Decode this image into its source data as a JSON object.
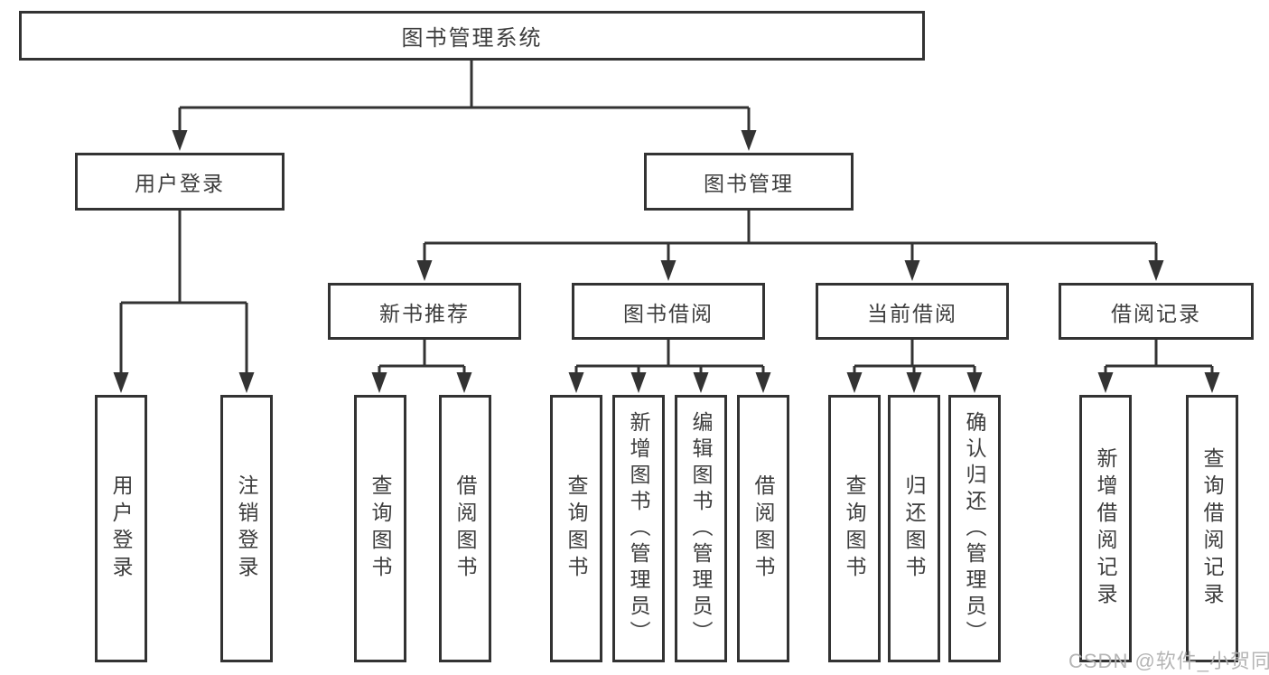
{
  "tree": {
    "root": {
      "label": "图书管理系统"
    },
    "branches": [
      {
        "label": "用户登录",
        "children": [
          {
            "label": "用户登录"
          },
          {
            "label": "注销登录"
          }
        ]
      },
      {
        "label": "图书管理",
        "children": [
          {
            "label": "新书推荐",
            "children": [
              {
                "label": "查询图书"
              },
              {
                "label": "借阅图书"
              }
            ]
          },
          {
            "label": "图书借阅",
            "children": [
              {
                "label": "查询图书"
              },
              {
                "label": "新增图书（管理员）"
              },
              {
                "label": "编辑图书（管理员）"
              },
              {
                "label": "借阅图书"
              }
            ]
          },
          {
            "label": "当前借阅",
            "children": [
              {
                "label": "查询图书"
              },
              {
                "label": "归还图书"
              },
              {
                "label": "确认归还（管理员）"
              }
            ]
          },
          {
            "label": "借阅记录",
            "children": [
              {
                "label": "新增借阅记录"
              },
              {
                "label": "查询借阅记录"
              }
            ]
          }
        ]
      }
    ]
  },
  "watermark": {
    "text": "CSDN @软件_小贺同学"
  },
  "colors": {
    "line": "#333333",
    "text": "#3d3d3d",
    "background": "#ffffff",
    "watermark": "#b2b2b2"
  }
}
